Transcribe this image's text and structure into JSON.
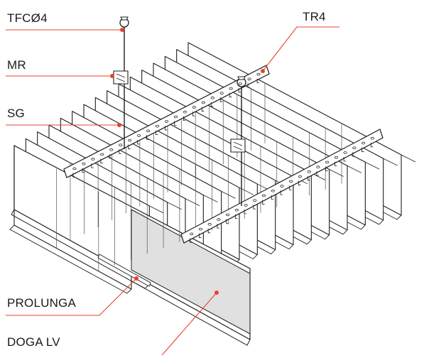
{
  "labels": {
    "tfc": "TFCØ4",
    "mr": "MR",
    "sg": "SG",
    "tr": "TR4",
    "prolunga": "PROLUNGA",
    "doga": "DOGA LV"
  },
  "colors": {
    "leader": "#e8412c",
    "stroke": "#1f1f1f",
    "panel_fill": "#ffffff",
    "highlight_fill": "#e0e0e0",
    "text": "#1a1a1a"
  }
}
